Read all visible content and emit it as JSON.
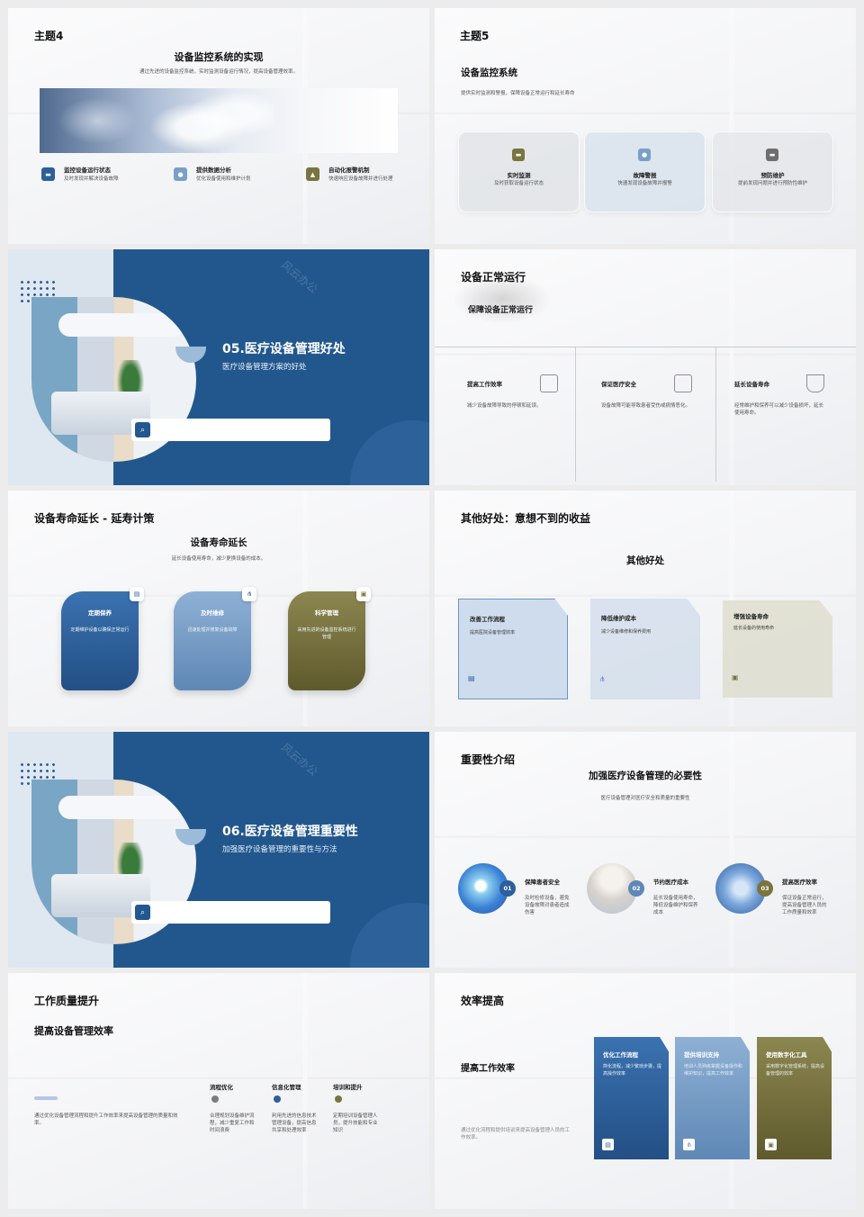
{
  "slide1": {
    "tag": "主题4",
    "title": "设备监控系统的实现",
    "subtitle": "通过先进的设备监控系统，实时监测设备运行情况，提高设备管理效率。",
    "features": [
      {
        "icon": "monitor-icon",
        "title": "监控设备运行状态",
        "desc": "及时发现并解决设备故障"
      },
      {
        "icon": "chart-icon",
        "title": "提供数据分析",
        "desc": "优化设备使用和维护计划"
      },
      {
        "icon": "alarm-icon",
        "title": "自动化报警机制",
        "desc": "快速响应设备故障并进行处理"
      }
    ]
  },
  "slide2": {
    "tag": "主题5",
    "title": "设备监控系统",
    "subtitle": "提供实时监测和警报，保障设备正常运行和延长寿命",
    "cards": [
      {
        "title": "实时监测",
        "desc": "及时获取设备运行状态"
      },
      {
        "title": "故障警报",
        "desc": "快速发现设备故障并报警"
      },
      {
        "title": "预防维护",
        "desc": "提前发现问题并进行预防性维护"
      }
    ]
  },
  "slide3": {
    "title": "05.医疗设备管理好处",
    "subtitle": "医疗设备管理方案的好处",
    "watermark": "风云办公"
  },
  "slide4": {
    "title": "设备正常运行",
    "subtitle": "保障设备正常运行",
    "columns": [
      {
        "title": "提高工作效率",
        "desc": "减少设备故障导致的停顿和延误。",
        "icon": "flowchart-icon"
      },
      {
        "title": "保证医疗安全",
        "desc": "设备故障可能导致患者受伤或病情恶化。",
        "icon": "printer-icon"
      },
      {
        "title": "延长设备寿命",
        "desc": "经常维护和保养可以减少设备损坏，延长使用寿命。",
        "icon": "flask-icon"
      }
    ]
  },
  "slide5": {
    "title": "设备寿命延长 - 延寿计策",
    "heading": "设备寿命延长",
    "subtitle": "延长设备使用寿命，减少更换设备的成本。",
    "tabs": [
      {
        "title": "定期保养",
        "desc": "定期维护设备以确保正常运行",
        "color": "#2d5f9a"
      },
      {
        "title": "及时维修",
        "desc": "迅速处理并修复设备故障",
        "color": "#7aa0c8"
      },
      {
        "title": "科学管理",
        "desc": "采用先进的设备监控系统进行管理",
        "color": "#7a7440"
      }
    ]
  },
  "slide6": {
    "title": "其他好处：意想不到的收益",
    "heading": "其他好处",
    "cards": [
      {
        "title": "改善工作流程",
        "desc": "提高医院设备管理效率"
      },
      {
        "title": "降低维护成本",
        "desc": "减少设备维修和保养费用"
      },
      {
        "title": "增强设备寿命",
        "desc": "延长设备的使用寿命"
      }
    ]
  },
  "slide7": {
    "title": "06.医疗设备管理重要性",
    "subtitle": "加强医疗设备管理的重要性与方法",
    "watermark": "风云办公"
  },
  "slide8": {
    "title": "重要性介绍",
    "heading": "加强医疗设备管理的必要性",
    "subtitle": "医疗设备管理对医疗安全和质量的重要性",
    "items": [
      {
        "num": "01",
        "title": "保障患者安全",
        "desc": "及时检修设备，避免设备故障对患者造成伤害"
      },
      {
        "num": "02",
        "title": "节约医疗成本",
        "desc": "延长设备使用寿命，降低设备维护和保养成本"
      },
      {
        "num": "03",
        "title": "提高医疗效率",
        "desc": "保证设备正常运行，提高设备管理人员的工作质量和效率"
      }
    ]
  },
  "slide9": {
    "title": "工作质量提升",
    "heading": "提高设备管理效率",
    "desc": "通过优化设备管理流程和提升工作效率来提高设备管理的质量和效率。",
    "items": [
      {
        "title": "流程优化",
        "desc": "合理规划设备维护流程，减少重复工作和时间浪费"
      },
      {
        "title": "信息化管理",
        "desc": "利用先进的信息技术管理设备，提高信息共享和处理效率"
      },
      {
        "title": "培训和提升",
        "desc": "定期培训设备管理人员，提升技能和专业知识"
      }
    ]
  },
  "slide10": {
    "title": "效率提高",
    "heading": "提高工作效率",
    "desc": "通过优化流程和提供培训来提高设备管理人员的工作效率。",
    "cards": [
      {
        "title": "优化工作流程",
        "desc": "简化流程，减少繁琐步骤，提高操作效率"
      },
      {
        "title": "提供培训支持",
        "desc": "培训人员熟练掌握设备操作和维护知识，提高工作效率"
      },
      {
        "title": "使用数字化工具",
        "desc": "采用数字化管理系统，提高设备管理的效率"
      }
    ]
  }
}
